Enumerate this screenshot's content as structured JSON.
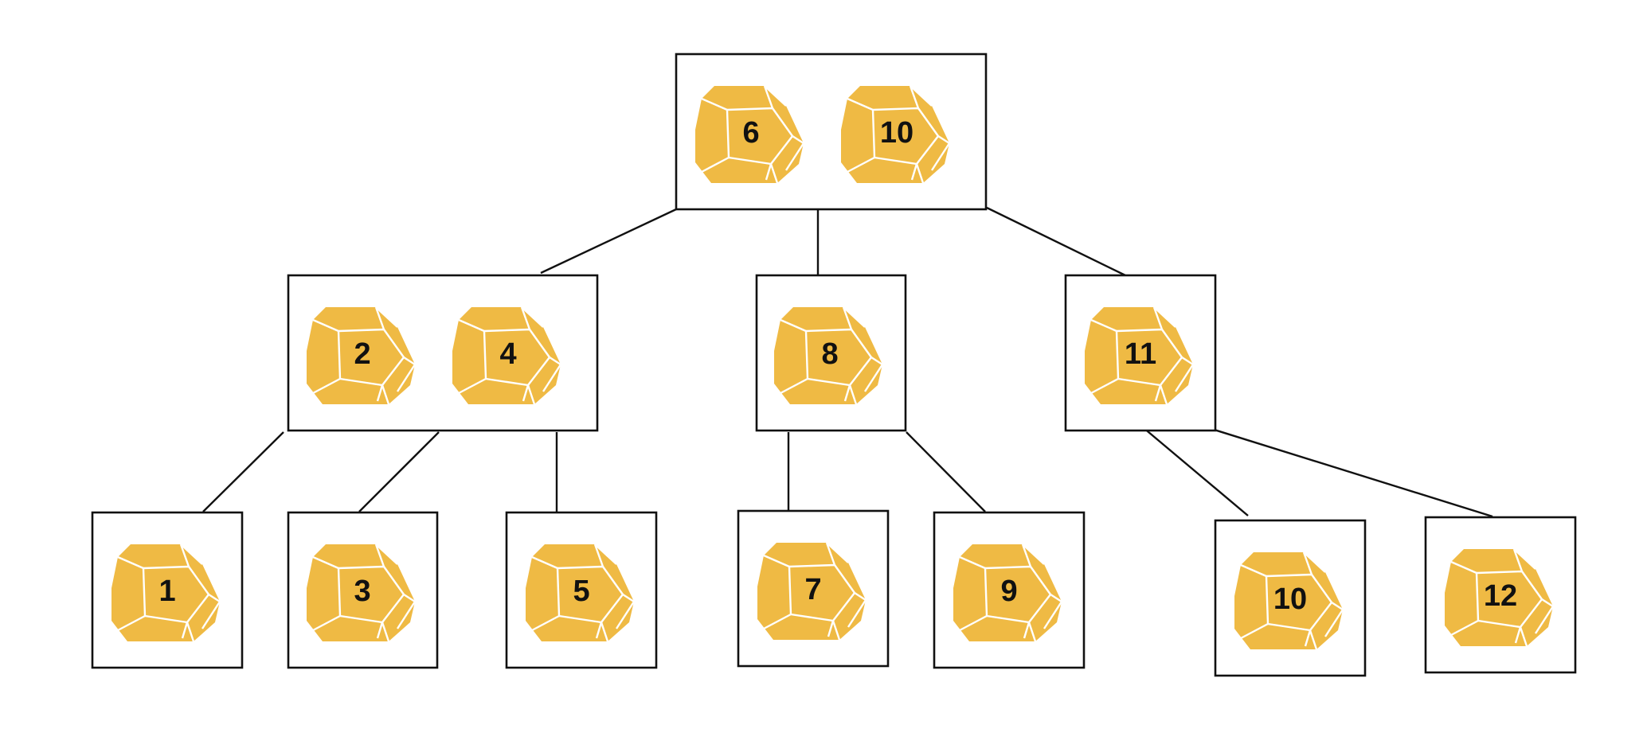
{
  "diagram": {
    "die_color": "#EFBA44",
    "die_edge_color": "#FFFFFF",
    "box_border_color": "#111111",
    "line_color": "#111111",
    "die_icon": "dodecahedron-d12-icon",
    "nodes": {
      "root": {
        "dice": [
          "6",
          "10"
        ]
      },
      "level1": [
        {
          "dice": [
            "2",
            "4"
          ]
        },
        {
          "dice": [
            "8"
          ]
        },
        {
          "dice": [
            "11"
          ]
        }
      ],
      "level2": [
        {
          "dice": [
            "1"
          ]
        },
        {
          "dice": [
            "3"
          ]
        },
        {
          "dice": [
            "5"
          ]
        },
        {
          "dice": [
            "7"
          ]
        },
        {
          "dice": [
            "9"
          ]
        },
        {
          "dice": [
            "10"
          ]
        },
        {
          "dice": [
            "12"
          ]
        }
      ]
    }
  }
}
